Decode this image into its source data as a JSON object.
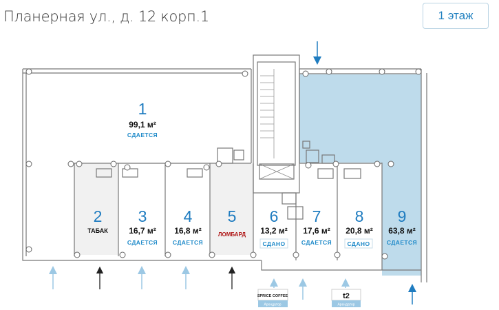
{
  "header": {
    "title": "Планерная ул., д. 12 корп.1",
    "floor_button": "1 этаж"
  },
  "colors": {
    "accent": "#1f7cc0",
    "available_fill": "#bedbeb",
    "occupied_fill": "#f1f1f1"
  },
  "units": [
    {
      "number": "1",
      "area": "99,1 м²",
      "status": "СДАЕТСЯ"
    },
    {
      "number": "2",
      "area": "",
      "status": "ТАБАК"
    },
    {
      "number": "3",
      "area": "16,7 м²",
      "status": "СДАЕТСЯ"
    },
    {
      "number": "4",
      "area": "16,8 м²",
      "status": "СДАЕТСЯ"
    },
    {
      "number": "5",
      "area": "",
      "status": "ЛОМБАРД"
    },
    {
      "number": "6",
      "area": "13,2 м²",
      "status": "СДАНО"
    },
    {
      "number": "7",
      "area": "17,6 м²",
      "status": "СДАЕТСЯ"
    },
    {
      "number": "8",
      "area": "20,8 м²",
      "status": "СДАНО"
    },
    {
      "number": "9",
      "area": "63,8 м²",
      "status": "СДАЕТСЯ"
    }
  ],
  "tenants": [
    {
      "name": "SPRICE COFFEE",
      "label": "Арендатор"
    },
    {
      "name": "t2",
      "label": "Арендатор"
    }
  ]
}
